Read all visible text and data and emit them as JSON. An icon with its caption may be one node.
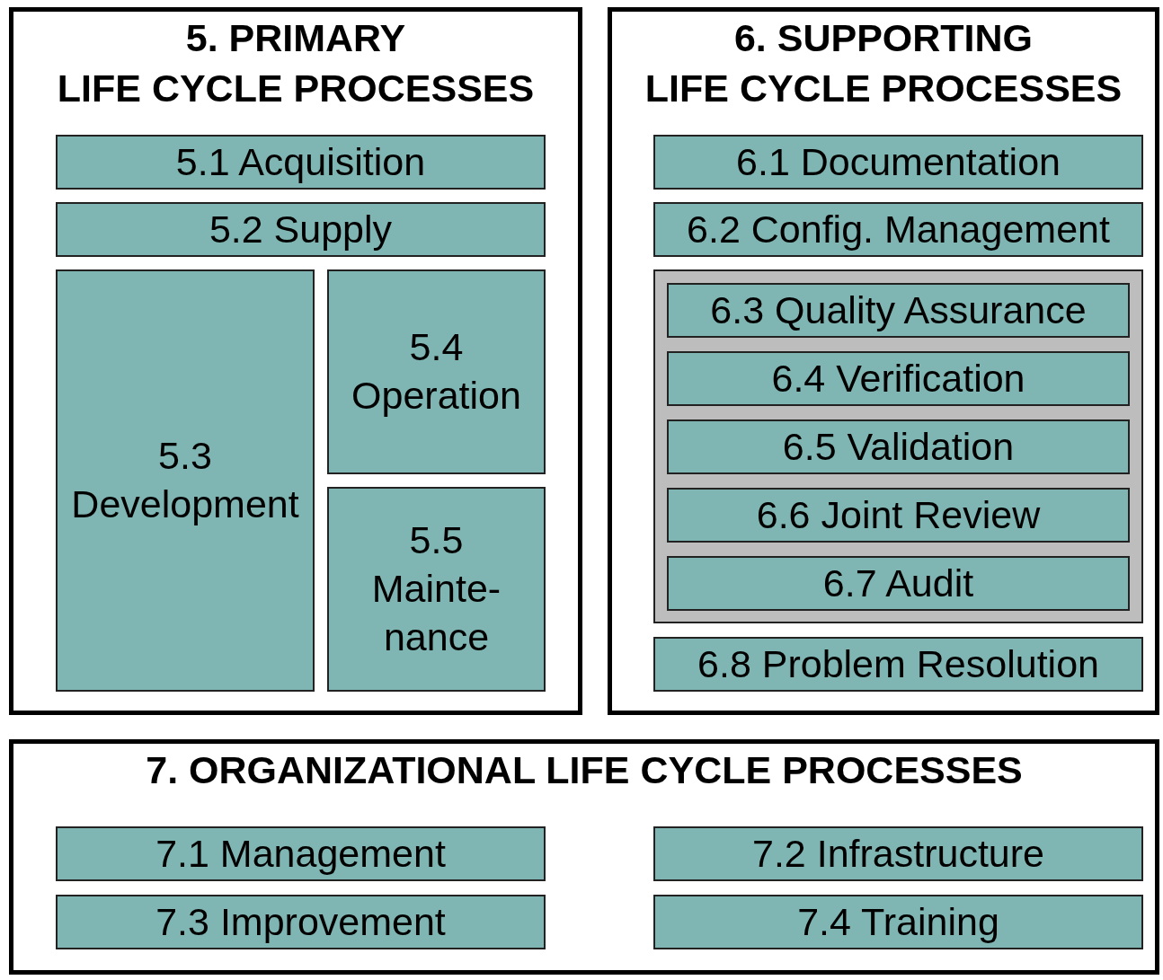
{
  "diagram": {
    "nodes": [
      {
        "text": [
          "5. PRIMARY LIFE CYCLE PROCESSES"
        ]
      },
      {
        "text": [
          "5.1 Acquisition"
        ],
        "in": 0
      },
      {
        "text": [
          "5.2 Supply"
        ],
        "in": 0
      },
      {
        "text": [
          "5.3 Development"
        ],
        "in": 0
      },
      {
        "text": [
          "5.4 Operation"
        ],
        "in": 0
      },
      {
        "text": [
          "5.5 Mainte- nance"
        ],
        "in": 0
      },
      {
        "text": [
          "6. SUPPORTING LIFE CYCLE PROCESSES"
        ]
      },
      {
        "text": [
          "6.1 Documentation"
        ],
        "in": 6
      },
      {
        "text": [
          "6.2 Config. Management"
        ],
        "in": 6
      },
      {
        "text": [],
        "shape": "box",
        "in": 6
      },
      {
        "text": [
          "6.3 Quality Assurance"
        ],
        "in": 9
      },
      {
        "text": [
          "6.4 Verification"
        ],
        "in": 9
      },
      {
        "text": [
          "6.5 Validation"
        ],
        "in": 9
      },
      {
        "text": [
          "6.6 Joint Review"
        ],
        "in": 9
      },
      {
        "text": [
          "6.7 Audit"
        ],
        "in": 9
      },
      {
        "text": [
          "6.8 Problem Resolution"
        ],
        "in": 6
      },
      {
        "text": [
          "7. ORGANIZATIONAL LIFE CYCLE PROCESSES"
        ]
      },
      {
        "text": [
          "7.1 Management"
        ],
        "in": 16
      },
      {
        "text": [
          "7.2 Infrastructure"
        ],
        "in": 16
      },
      {
        "text": [
          "7.3 Improvement"
        ],
        "in": 16
      },
      {
        "text": [
          "7.4 Training"
        ],
        "in": 16
      }
    ]
  }
}
